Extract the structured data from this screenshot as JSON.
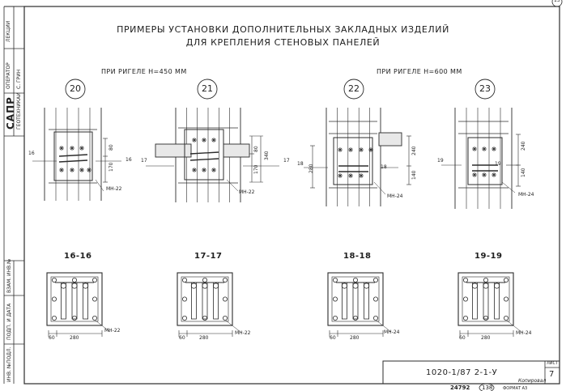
{
  "title": {
    "line1": "ПРИМЕРЫ УСТАНОВКИ ДОПОЛНИТЕЛЬНЫХ ЗАКЛАДНЫХ ИЗДЕЛИЙ",
    "line2": "ДЛЯ КРЕПЛЕНИЯ СТЕНОВЫХ ПАНЕЛЕЙ"
  },
  "conditions": {
    "left": "ПРИ РИГЕЛЕ Н=450 ММ",
    "right": "ПРИ РИГЕЛЕ Н=600 ММ"
  },
  "details": [
    {
      "number": "20",
      "cut": "16",
      "dim_top": "80",
      "dim_bottom": "170",
      "dim_total": "",
      "part": "МН-22"
    },
    {
      "number": "21",
      "cut": "17",
      "dim_top": "80",
      "dim_bottom": "170",
      "dim_total": "340",
      "part": "МН-22"
    },
    {
      "number": "22",
      "cut": "18",
      "dim_top": "240",
      "dim_bottom": "140",
      "dim_total": "",
      "dim_left": "280",
      "part": "МН-24"
    },
    {
      "number": "23",
      "cut": "19",
      "dim_top": "240",
      "dim_bottom": "140",
      "dim_total": "",
      "part": "МН-24"
    }
  ],
  "sections": [
    {
      "label": "16-16",
      "dim_small": "60",
      "dim_width": "280",
      "part": "МН-22"
    },
    {
      "label": "17-17",
      "dim_small": "60",
      "dim_width": "280",
      "part": "МН-22"
    },
    {
      "label": "18-18",
      "dim_small": "60",
      "dim_width": "280",
      "part": "МН-24"
    },
    {
      "label": "19-19",
      "dim_small": "60",
      "dim_width": "280",
      "part": "МН-24"
    }
  ],
  "stamp": {
    "document_code": "1020-1/87 2-1-У",
    "sheet_label": "ЛИСТ",
    "sheet_number": "7",
    "inventory": "24792",
    "inventory_circled": "138",
    "format": "ФОРМАТ А3",
    "signature_text": "Копировал"
  },
  "side_stamp": {
    "sapr": "САПР",
    "department": "ГЕОТЕХНИКАИ",
    "operator_label": "ОПЕРАТОР",
    "operator_name": "С. ГРИН",
    "checker_label": "ЛЕКЦИИ",
    "replaces_label": "ВЗАМ. ИНВ.№",
    "sign_date_label": "ПОДП. И ДАТА",
    "orig_label": "ИНВ. №ПОДЛ."
  },
  "corner_mark": "13"
}
